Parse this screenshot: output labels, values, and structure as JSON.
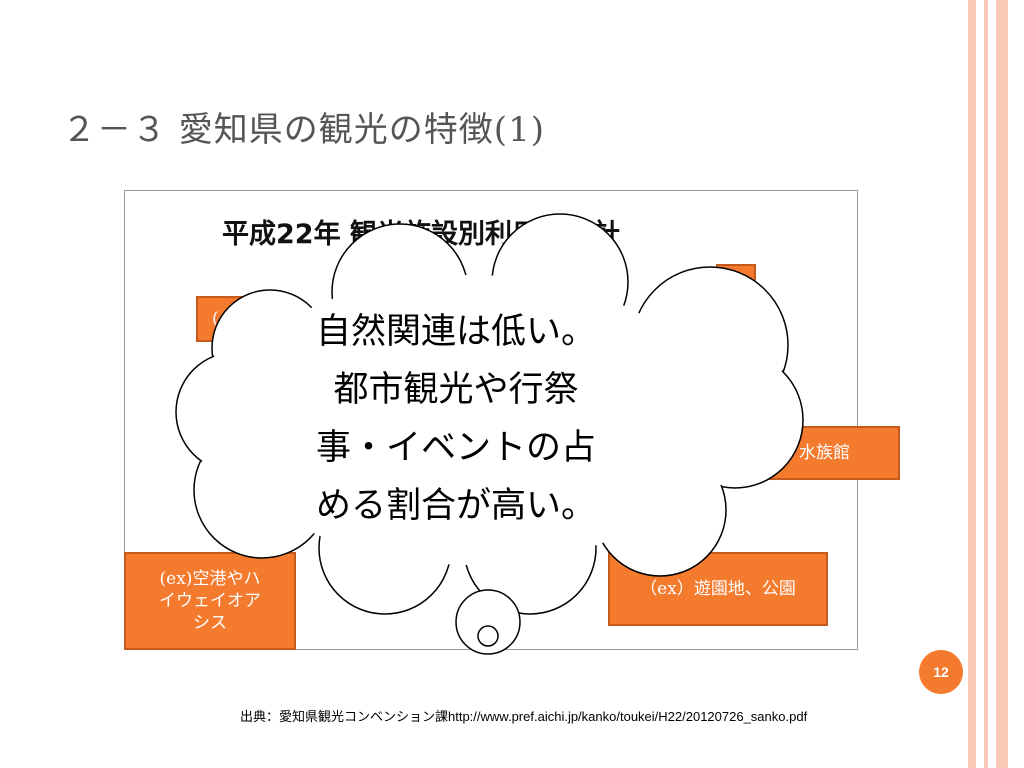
{
  "slide": {
    "title": "２－３ 愛知県の観光の特徴(1)",
    "page_number": "12",
    "source": "出典：愛知県観光コンベンション課http://www.pref.aichi.jp/kanko/toukei/H22/20120726_sanko.pdf"
  },
  "chart": {
    "title": "平成22年 観光施設別利用者統計"
  },
  "callouts": {
    "top_left": "(e",
    "right_aquarium": "、水族館",
    "bottom_left": [
      "(ex)空港やハ",
      "イウェイオア",
      "シス"
    ],
    "bottom_right": "（ex）遊園地、公園"
  },
  "cloud": {
    "lines": [
      "自然関連は低い。",
      "都市観光や行祭",
      "事・イベントの占",
      "める割合が高い。"
    ]
  },
  "colors": {
    "accent_orange": "#f47a2e",
    "stripe": "#f9c9b5",
    "title_gray": "#555555"
  }
}
